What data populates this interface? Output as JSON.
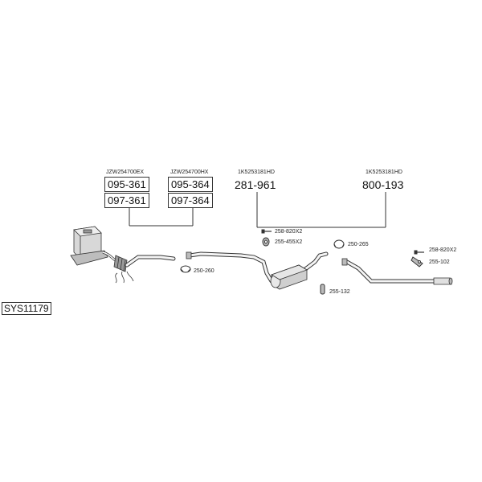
{
  "system_code": "SYS11179",
  "groups": [
    {
      "oe": "JZW254700EX",
      "parts": [
        "095-361",
        "097-361"
      ]
    },
    {
      "oe": "JZW254700HX",
      "parts": [
        "095-364",
        "097-364"
      ]
    },
    {
      "oe": "1K5253181HD",
      "part": "281-961"
    },
    {
      "oe": "1K5253181HD",
      "part": "800-193"
    }
  ],
  "fittings": {
    "clamp_front": "250-260",
    "bolt_mid": "258-820X2",
    "ring_mid": "255-455X2",
    "clamp_mid": "250-265",
    "hanger_mid": "255-132",
    "bolt_rear": "258-820X2",
    "hanger_rear": "255-102"
  }
}
